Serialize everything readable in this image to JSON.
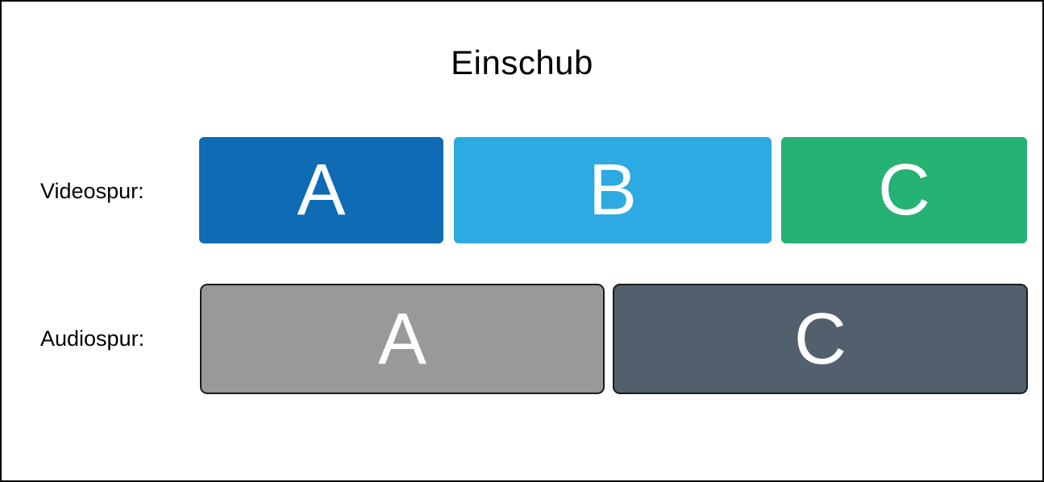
{
  "title": "Einschub",
  "rows": [
    {
      "label": "Videospur:",
      "blocks": [
        {
          "letter": "A",
          "color": "#0e6bb4"
        },
        {
          "letter": "B",
          "color": "#2caae1"
        },
        {
          "letter": "C",
          "color": "#25b272"
        }
      ]
    },
    {
      "label": "Audiospur:",
      "blocks": [
        {
          "letter": "A",
          "color": "#999999"
        },
        {
          "letter": "C",
          "color": "#52606e"
        }
      ]
    }
  ],
  "colors": {
    "frame_border": "#000000",
    "background": "#ffffff",
    "label_text": "#000000",
    "block_letter": "#ffffff",
    "audio_block_border": "#1a1a1a"
  }
}
